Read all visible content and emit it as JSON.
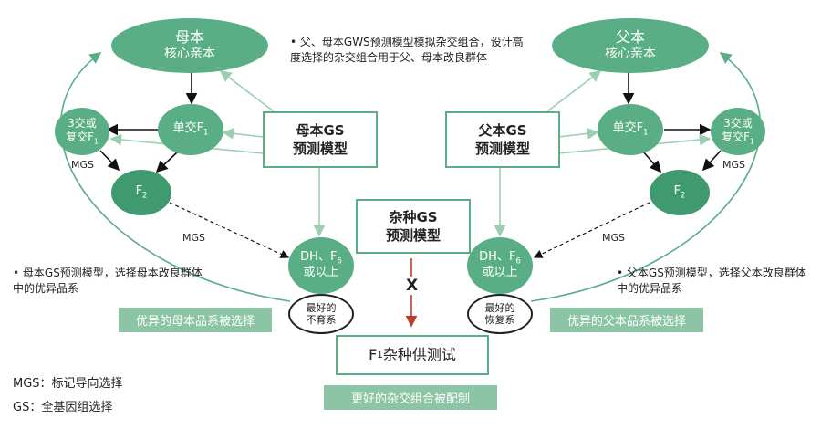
{
  "female_parent": {
    "title": "母本",
    "subtitle": "核心亲本"
  },
  "male_parent": {
    "title": "父本",
    "subtitle": "核心亲本"
  },
  "nodes": {
    "single_cross": {
      "text": "单交F",
      "sub": "1"
    },
    "three_way": {
      "line1": "3交或",
      "line2": "复交F",
      "sub": "1"
    },
    "f2": {
      "text": "F",
      "sub": "2"
    },
    "dh": {
      "line1": "DH、F",
      "sub": "6",
      "line2": "或以上"
    }
  },
  "models": {
    "female_model": {
      "line1": "母本GS",
      "line2": "预测模型"
    },
    "male_model": {
      "line1": "父本GS",
      "line2": "预测模型"
    },
    "hybrid_model": {
      "line1": "杂种GS",
      "line2": "预测模型"
    }
  },
  "edge_labels": {
    "mgs": "MGS",
    "cross": "X"
  },
  "best_labels": {
    "female": {
      "line1": "最好的",
      "line2": "不育系"
    },
    "male": {
      "line1": "最好的",
      "line2": "恢复系"
    }
  },
  "notes": {
    "top": "• 父、母本GWS预测模型模拟杂交组合，设计高度选择的杂交组合用于父、母本改良群体",
    "female": "• 母本GS预测模型，选择母本改良群体中的优异品系",
    "male": "• 父本GS预测模型，选择父本改良群体中的优异品系"
  },
  "result_bars": {
    "female": "优异的母本品系被选择",
    "male": "优异的父本品系被选择",
    "combo": "更好的杂交组合被配制"
  },
  "hybrid_test": {
    "prefix": "F",
    "sub": "1",
    "text": "杂种供测试"
  },
  "legend": {
    "mgs": "MGS：标记导向选择",
    "gs": "GS：全基因组选择"
  },
  "colors": {
    "green": "#5aae85",
    "dark_green": "#3f9a6f",
    "light_green": "#8cc5a6",
    "red": "#c0392b"
  }
}
